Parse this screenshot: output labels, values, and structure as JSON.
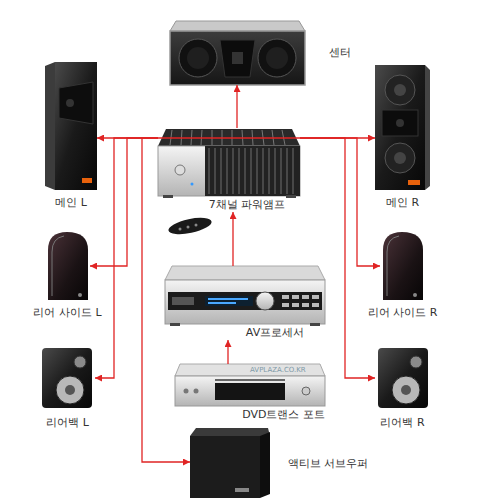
{
  "diagram": {
    "nodes": [
      {
        "text": [
          "센터"
        ]
      },
      {
        "text": [
          "메인 L"
        ]
      },
      {
        "text": [
          "7채널 파워앰프"
        ]
      },
      {
        "text": [
          "메인 R"
        ]
      },
      {
        "text": [
          "리어 사이드 L"
        ]
      },
      {
        "text": [
          "AV프로세서"
        ]
      },
      {
        "text": [
          "리어 사이드 R"
        ]
      },
      {
        "text": [
          "리어백 L"
        ]
      },
      {
        "text": [
          "DVD트랜스 포트"
        ]
      },
      {
        "text": [
          "리어백 R"
        ]
      },
      {
        "text": [
          "액티브 서브우퍼"
        ]
      }
    ],
    "edges": [
      {
        "from": 2,
        "to": 0,
        "arrow": "to"
      },
      {
        "from": 2,
        "to": 1,
        "arrow": "to"
      },
      {
        "from": 2,
        "to": 3,
        "arrow": "to"
      },
      {
        "from": 2,
        "to": 4,
        "arrow": "to"
      },
      {
        "from": 2,
        "to": 6,
        "arrow": "to"
      },
      {
        "from": 2,
        "to": 7,
        "arrow": "to"
      },
      {
        "from": 2,
        "to": 9,
        "arrow": "to"
      },
      {
        "from": 2,
        "to": 10,
        "arrow": "to"
      },
      {
        "from": 5,
        "to": 2,
        "arrow": "to"
      },
      {
        "from": 8,
        "to": 5,
        "arrow": "to"
      }
    ],
    "labels": [
      "AVPLAZA.CO.KR"
    ]
  }
}
